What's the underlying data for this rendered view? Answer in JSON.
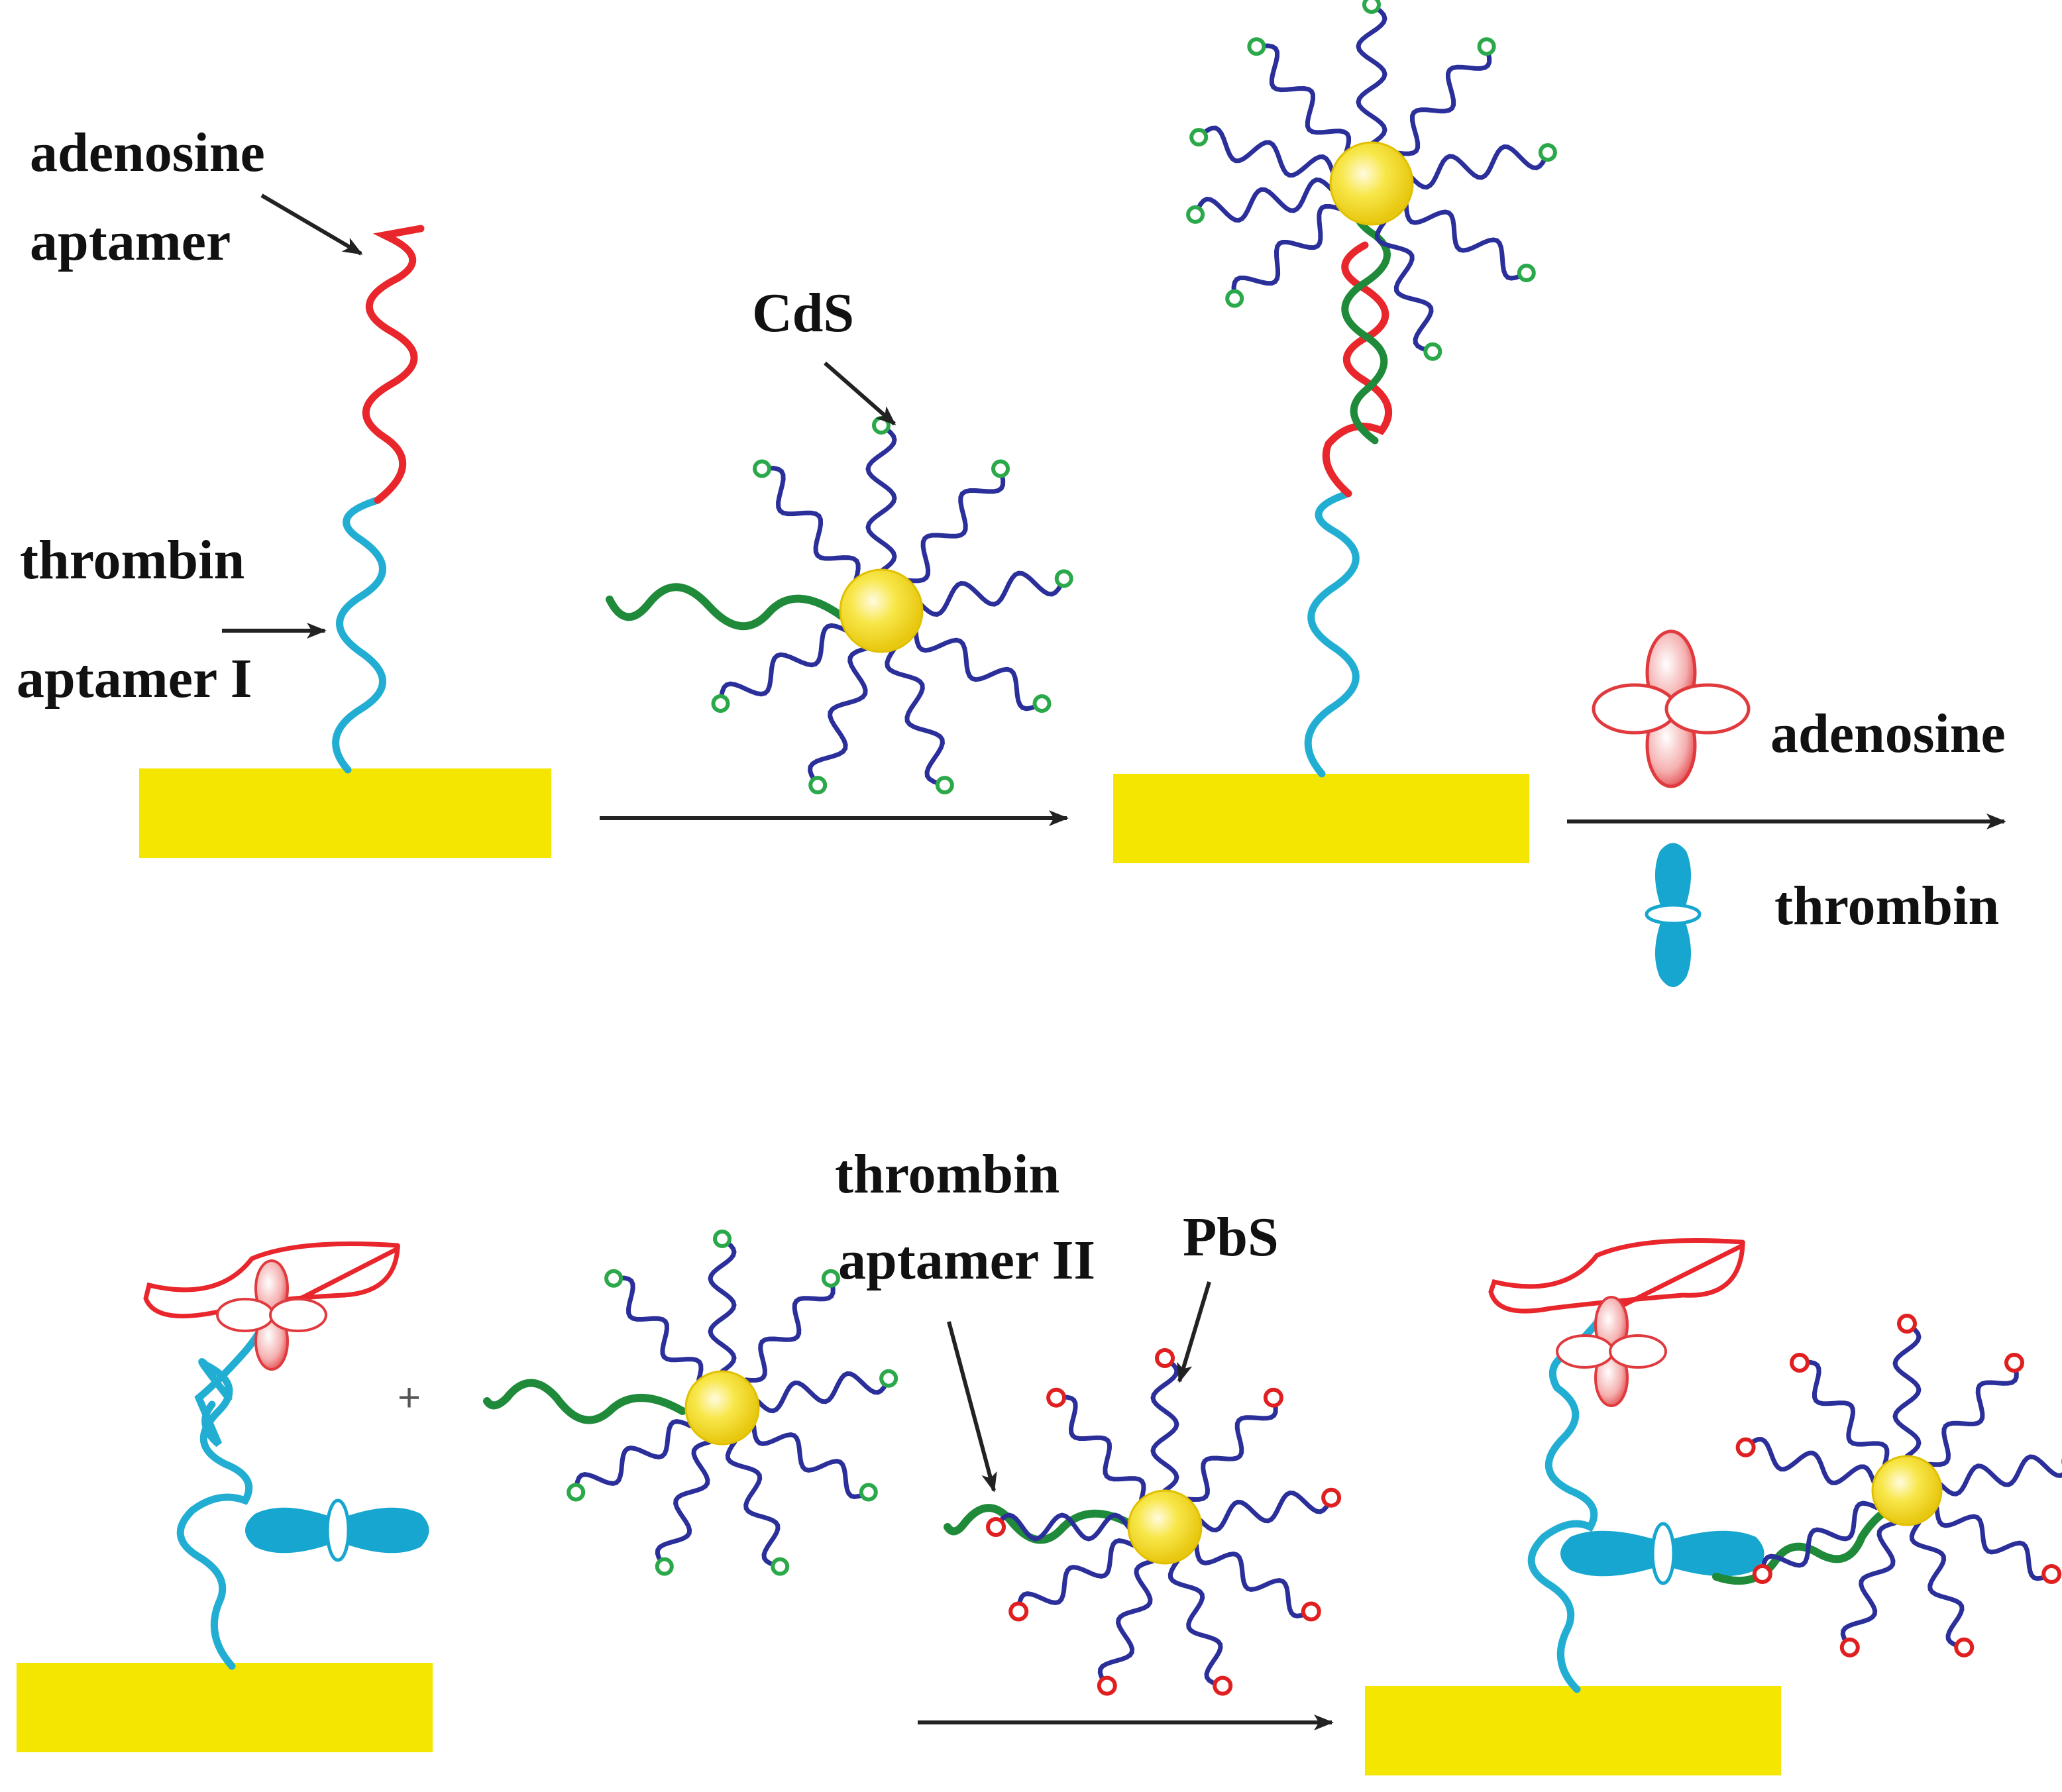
{
  "labels": {
    "adenosine_aptamer_l1": "adenosine",
    "adenosine_aptamer_l2": "aptamer",
    "thrombin_aptamer1_l1": "thrombin",
    "thrombin_aptamer1_l2": "aptamer I",
    "cds": "CdS",
    "legend_adenosine": "adenosine",
    "legend_thrombin": "thrombin",
    "thrombin_aptamer2_l1": "thrombin",
    "thrombin_aptamer2_l2": "aptamer II",
    "pbs": "PbS",
    "plus": "+"
  },
  "colors": {
    "substrate": "#f4e600",
    "adenosine_aptamer": "#e8262b",
    "thrombin_aptamer": "#22aed3",
    "linker_dna": "#1f8a3a",
    "capture_dna": "#2b2f9a",
    "cds_tag": "#2aa84a",
    "pbs_tag": "#e02020",
    "nanoparticle": "#f7e030",
    "adenosine": "#e03a3e",
    "thrombin": "#16a6cf",
    "arrow": "#222222"
  },
  "icons": [
    "right-arrow-icon",
    "adenosine-molecule-icon",
    "thrombin-protein-icon",
    "nanoparticle-icon"
  ]
}
